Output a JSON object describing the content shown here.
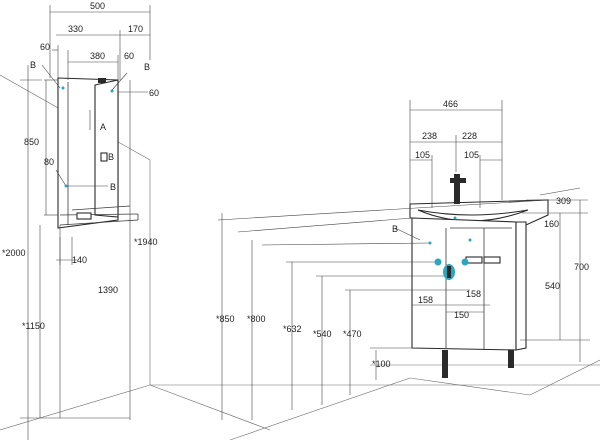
{
  "mirror": {
    "width": "500",
    "seg_330": "330",
    "seg_170": "170",
    "depth_60_top": "60",
    "seg_380": "380",
    "seg_60_right": "60",
    "seg_60_side": "60",
    "shelf_80": "80",
    "label_b_left": "B",
    "label_b_right": "B",
    "label_a": "A",
    "label_b_mid": "B",
    "label_b_low": "B",
    "height_850": "850",
    "depth_140": "140",
    "height_1940": "*1940",
    "height_2000": "*2000",
    "height_1390": "1390",
    "height_1150": "*1150"
  },
  "cabinet": {
    "width_466": "466",
    "seg_238": "238",
    "seg_228": "228",
    "seg_105_left": "105",
    "seg_105_right": "105",
    "depth_309": "309",
    "seg_160": "160",
    "height_700": "700",
    "height_540_right": "540",
    "label_b": "B",
    "height_850": "*850",
    "height_800": "*800",
    "height_632": "*632",
    "height_540": "*540",
    "height_470": "*470",
    "seg_158_left": "158",
    "seg_158_right": "158",
    "seg_150": "150",
    "leg_100": "*100"
  },
  "colors": {
    "marker": "#2aa7bf",
    "line": "#3a3a3a"
  }
}
